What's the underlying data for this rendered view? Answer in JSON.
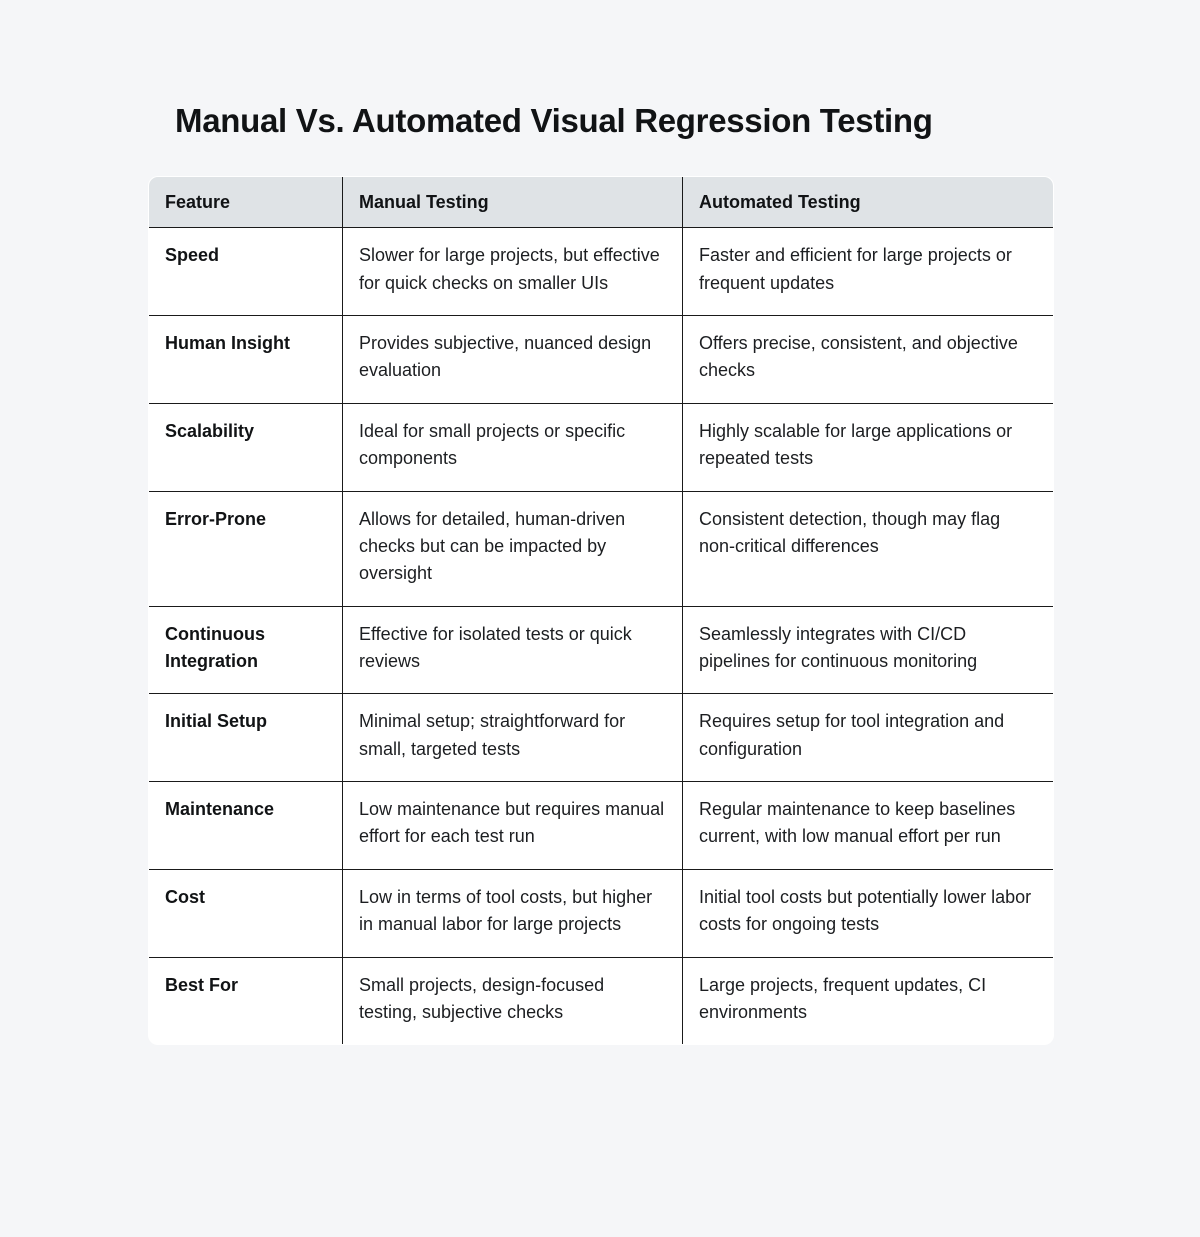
{
  "page": {
    "title": "Manual Vs. Automated Visual Regression Testing",
    "background_color": "#f5f6f8",
    "text_color": "#111315"
  },
  "table": {
    "header_background": "#dfe3e6",
    "border_color": "#1a1a1a",
    "body_background": "#ffffff",
    "columns": [
      {
        "key": "feature",
        "label": "Feature"
      },
      {
        "key": "manual",
        "label": "Manual Testing"
      },
      {
        "key": "automated",
        "label": "Automated Testing"
      }
    ],
    "rows": [
      {
        "feature": "Speed",
        "manual": "Slower for large projects, but effective for quick checks on smaller UIs",
        "automated": "Faster and efficient for large projects or frequent updates"
      },
      {
        "feature": "Human Insight",
        "manual": "Provides subjective, nuanced design evaluation",
        "automated": "Offers precise, consistent, and objective checks"
      },
      {
        "feature": "Scalability",
        "manual": "Ideal for small projects or specific components",
        "automated": "Highly scalable for large applications or repeated tests"
      },
      {
        "feature": "Error-Prone",
        "manual": "Allows for detailed, human-driven checks but can be impacted by oversight",
        "automated": "Consistent detection, though may flag non-critical differences"
      },
      {
        "feature": "Continuous Integration",
        "manual": "Effective for isolated tests or quick reviews",
        "automated": "Seamlessly integrates with CI/CD pipelines for continuous monitoring"
      },
      {
        "feature": "Initial Setup",
        "manual": "Minimal setup; straightforward for small, targeted tests",
        "automated": "Requires setup for tool integration and configuration"
      },
      {
        "feature": "Maintenance",
        "manual": "Low maintenance but requires manual effort for each test run",
        "automated": "Regular maintenance to keep baselines current, with low manual effort per run"
      },
      {
        "feature": "Cost",
        "manual": "Low in terms of tool costs, but higher in manual labor for large projects",
        "automated": "Initial tool costs but potentially lower labor costs for ongoing tests"
      },
      {
        "feature": "Best For",
        "manual": "Small projects, design-focused testing, subjective checks",
        "automated": "Large projects, frequent updates, CI environments"
      }
    ]
  }
}
